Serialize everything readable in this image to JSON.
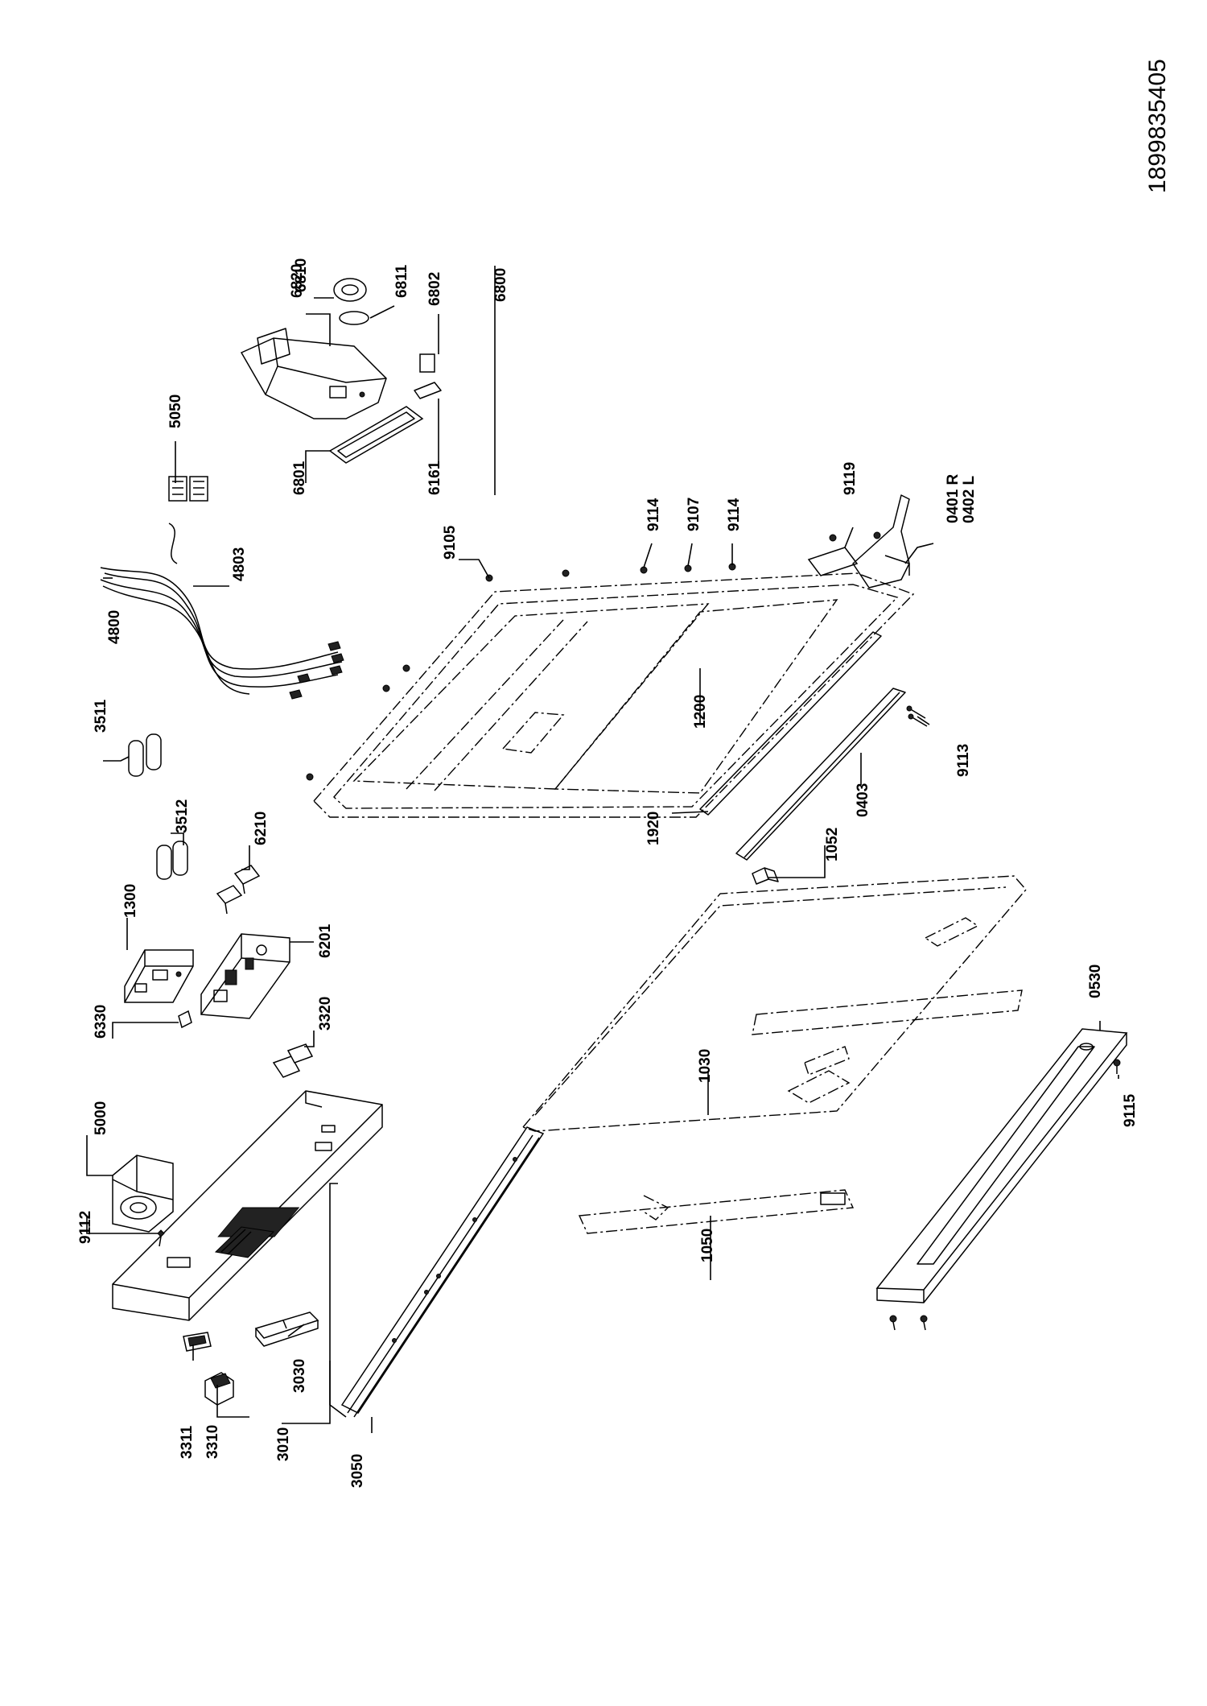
{
  "document_number": "1899835405",
  "part_labels": [
    {
      "id": "p9112",
      "text": "9112"
    },
    {
      "id": "p5000",
      "text": "5000"
    },
    {
      "id": "p6330",
      "text": "6330"
    },
    {
      "id": "p1300",
      "text": "1300"
    },
    {
      "id": "p3320",
      "text": "3320"
    },
    {
      "id": "p6201",
      "text": "6201"
    },
    {
      "id": "p3512",
      "text": "3512"
    },
    {
      "id": "p6210",
      "text": "6210"
    },
    {
      "id": "p3511",
      "text": "3511"
    },
    {
      "id": "p4800",
      "text": "4800"
    },
    {
      "id": "p4803",
      "text": "4803"
    },
    {
      "id": "p5050",
      "text": "5050"
    },
    {
      "id": "p6801",
      "text": "6801"
    },
    {
      "id": "p6820",
      "text": "6820"
    },
    {
      "id": "p6810",
      "text": "6810"
    },
    {
      "id": "p6811",
      "text": "6811"
    },
    {
      "id": "p6802",
      "text": "6802"
    },
    {
      "id": "p6161",
      "text": "6161"
    },
    {
      "id": "p6800",
      "text": "6800"
    },
    {
      "id": "p9105",
      "text": "9105"
    },
    {
      "id": "p9114a",
      "text": "9114"
    },
    {
      "id": "p9107",
      "text": "9107"
    },
    {
      "id": "p9114b",
      "text": "9114"
    },
    {
      "id": "p9119",
      "text": "9119"
    },
    {
      "id": "p0401",
      "text": "0401 R"
    },
    {
      "id": "p0402",
      "text": "0402 L"
    },
    {
      "id": "p1200",
      "text": "1200"
    },
    {
      "id": "p1920",
      "text": "1920"
    },
    {
      "id": "p1052",
      "text": "1052"
    },
    {
      "id": "p0403",
      "text": "0403"
    },
    {
      "id": "p9113",
      "text": "9113"
    },
    {
      "id": "p1030",
      "text": "1030"
    },
    {
      "id": "p0530",
      "text": "0530"
    },
    {
      "id": "p9115",
      "text": "9115"
    },
    {
      "id": "p1050",
      "text": "1050"
    },
    {
      "id": "p3311",
      "text": "3311"
    },
    {
      "id": "p3310",
      "text": "3310"
    },
    {
      "id": "p3010",
      "text": "3010"
    },
    {
      "id": "p3030",
      "text": "3030"
    },
    {
      "id": "p3050",
      "text": "3050"
    }
  ]
}
